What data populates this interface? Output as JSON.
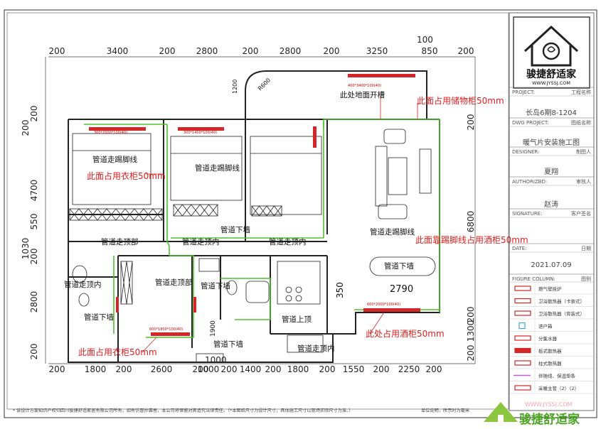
{
  "dims_top": [
    "200",
    "3400",
    "200",
    "2800",
    "200",
    "2800",
    "200",
    "3250",
    "850",
    "200"
  ],
  "dim_top_extra": "100",
  "dims_bottom": [
    "200",
    "1800",
    "200",
    "2600",
    "200",
    "1000",
    "200",
    "1400",
    "200",
    "1800",
    "200",
    "1550",
    "200",
    "2250",
    "200"
  ],
  "dim_bottom_extra": "1000",
  "dims_left": [
    "200",
    "200",
    "4700",
    "550",
    "1030",
    "200",
    "2800",
    "200"
  ],
  "dims_right": [
    "200",
    "6800",
    "200",
    "1300",
    "200"
  ],
  "dim_2790": "2790",
  "dim_350": "350",
  "dim_1900": "1900",
  "dim_1200": "1200",
  "dim_r600": "R600",
  "black_labels": [
    "管道走踢脚线",
    "管道走踢脚线",
    "管道下墙",
    "管道走顶部",
    "管道走顶内",
    "管道走顶内",
    "管道走顶内",
    "管道走顶部",
    "管道下墙",
    "管道下墙",
    "管道走踢脚线",
    "管道下墙",
    "管道上顶",
    "管道下墙",
    "管道走顶内",
    "此处地面开槽"
  ],
  "red_notes": [
    "此面占用衣柜50mm",
    "此面占用储物柜50mm",
    "此面靠踢脚线占用酒柜50mm",
    "此处占用酒柜50mm",
    "此面占用衣柜50mm"
  ],
  "tiny_radiator_labels": [
    "300*2000*100(40)",
    "300*1400*100(40)",
    "400*3400*100(40)",
    "600*2000*100(40)",
    "600*1800*100(40)"
  ],
  "tb": {
    "logo_text": "骏捷舒适家",
    "logo_url": "WWW.JYSSJ.COM",
    "project_en": "PROJECT:",
    "project_cn": "工程名称",
    "project_val": "长岛6期8-1204",
    "dwg_en": "DWG PROJECT:",
    "dwg_cn": "图纸名称",
    "dwg_val": "暖气片安装施工图",
    "designer_en": "DESIGNER:",
    "designer_cn": "制图人",
    "designer_val": "夏翔",
    "author_en": "AUTHORIZBD:",
    "author_cn": "审核人",
    "author_val": "赵涛",
    "sign_en": "SIGNATURE:",
    "sign_cn": "客户签名",
    "sign_val": "",
    "date_en": "DATE:",
    "date_cn": "日期",
    "date_val": "2021.07.09",
    "fig_en": "FIGURE COLUMN:",
    "fig_cn": "图例",
    "legend": [
      "燃气壁挂炉",
      "卫浴散热器（卡装式）",
      "卫浴散热器（背装式）",
      "进户箱",
      "分集水器",
      "板式散热器",
      "柱式散热器",
      "伴随线、保温垫条",
      "采暖主管（2）（2）"
    ]
  },
  "footer_text": "* 该设计方案知识产权归四川骏捷舒适家居有限公司所有，如有仿冒抄袭者，本公司将保留对其追究法律责任。（*本图纸尺寸为设计尺寸，具体施工尺寸以现场实际尺寸为准。）",
  "footer_right": "单位说明，所示时为毫米",
  "watermark_text": "骏捷舒适家",
  "watermark_url": "WWW.JYSSJ.COM"
}
